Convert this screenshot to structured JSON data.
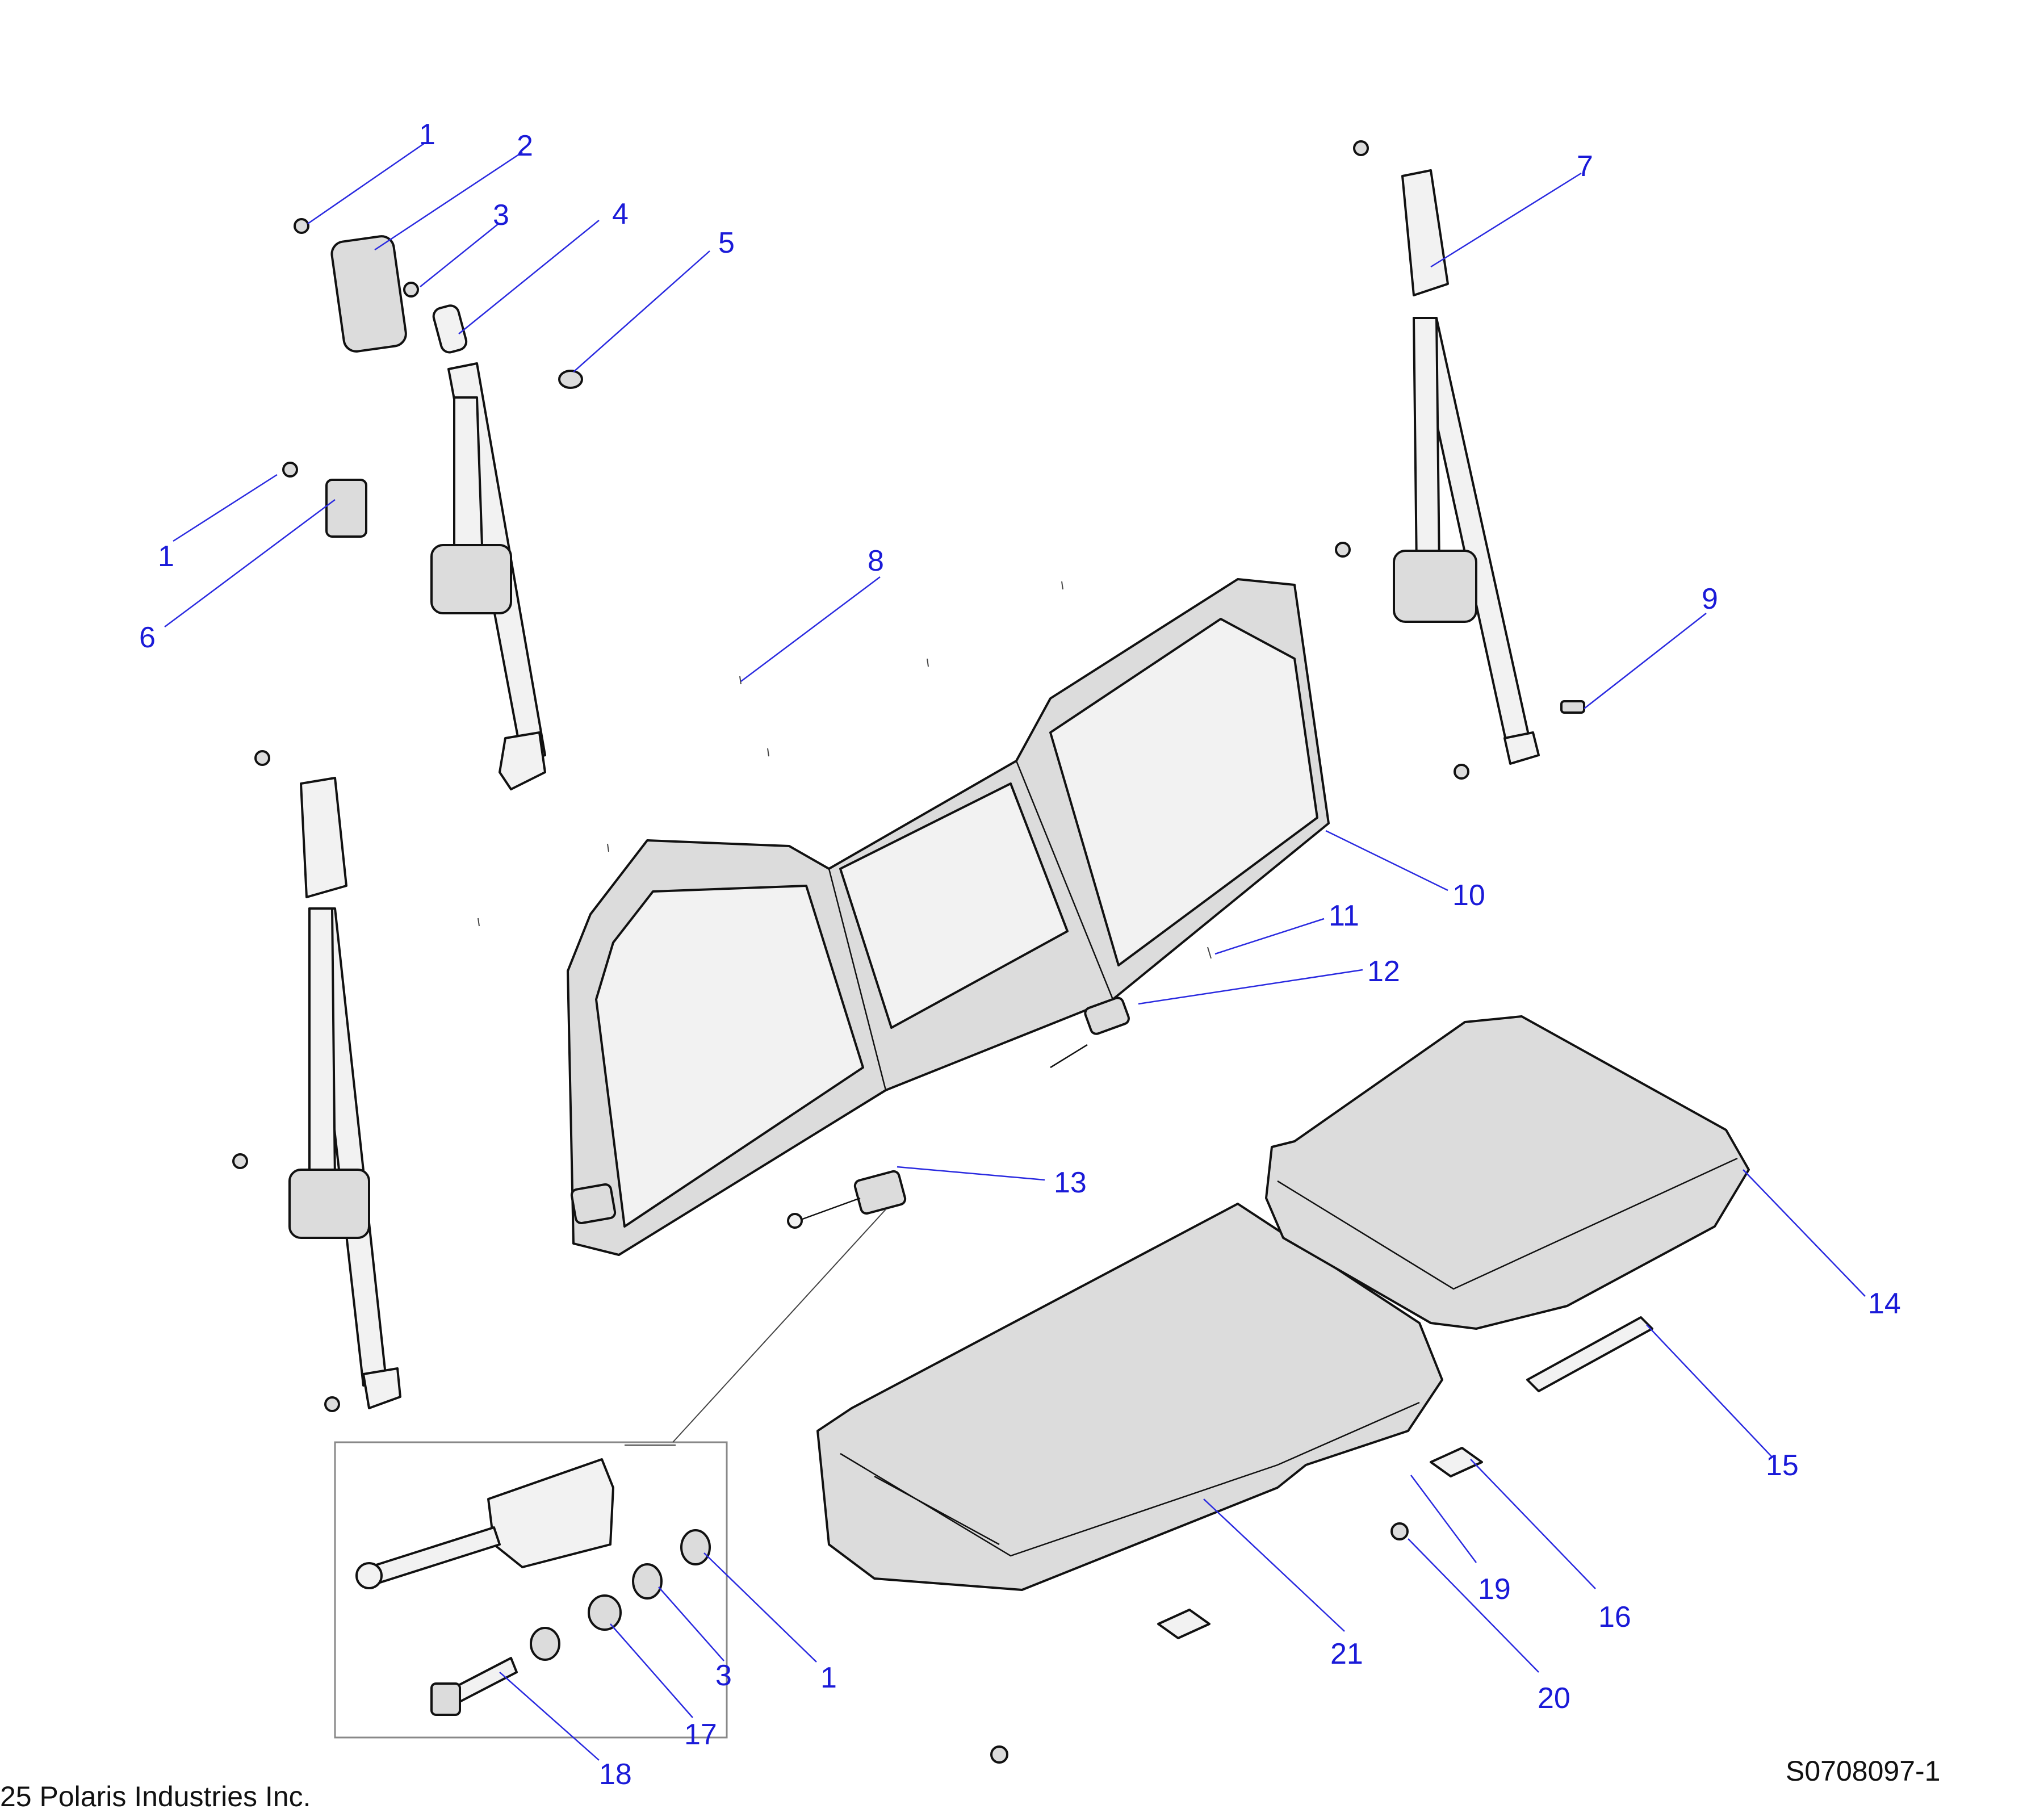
{
  "diagram": {
    "callouts": [
      "1",
      "2",
      "3",
      "4",
      "5",
      "1",
      "6",
      "7",
      "8",
      "9",
      "10",
      "11",
      "12",
      "13",
      "14",
      "15",
      "16",
      "17",
      "18",
      "19",
      "20",
      "21",
      "3",
      "1"
    ],
    "copyright": "25 Polaris Industries Inc.",
    "drawing_number": "S0708097-1"
  }
}
